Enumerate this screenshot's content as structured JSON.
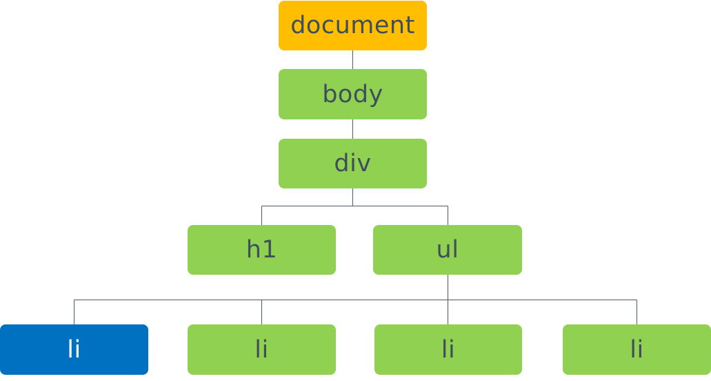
{
  "tree": {
    "colors": {
      "root": "#ffbf00",
      "element": "#91d151",
      "highlighted": "#0070c0",
      "text": "#3f4e5b",
      "highlighted_text": "#ffffff",
      "connector": "#4a5a6a"
    },
    "nodes": {
      "document": "document",
      "body": "body",
      "div": "div",
      "h1": "h1",
      "ul": "ul",
      "li_1": "li",
      "li_2": "li",
      "li_3": "li",
      "li_4": "li"
    },
    "edges": [
      [
        "document",
        "body"
      ],
      [
        "body",
        "div"
      ],
      [
        "div",
        "h1"
      ],
      [
        "div",
        "ul"
      ],
      [
        "ul",
        "li_1"
      ],
      [
        "ul",
        "li_2"
      ],
      [
        "ul",
        "li_3"
      ],
      [
        "ul",
        "li_4"
      ]
    ],
    "highlighted_node": "li_1"
  }
}
